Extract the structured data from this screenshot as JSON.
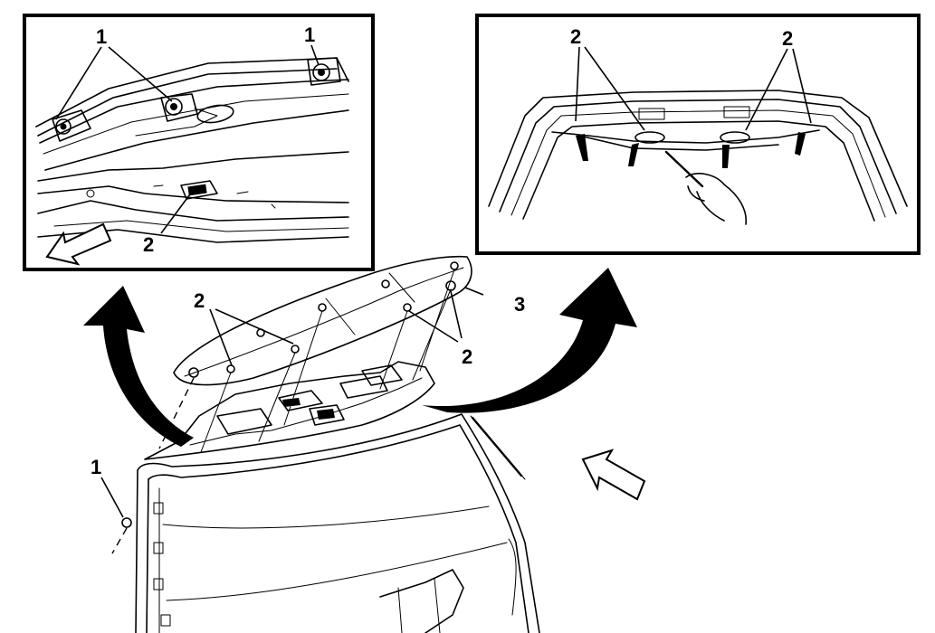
{
  "callouts": {
    "left_inset_1a": "1",
    "left_inset_1b": "1",
    "left_inset_2": "2",
    "right_inset_2a": "2",
    "right_inset_2b": "2",
    "main_2_left": "2",
    "main_3": "3",
    "main_2_right": "2",
    "main_1": "1"
  },
  "colors": {
    "ink": "#000000",
    "paper": "#ffffff"
  }
}
